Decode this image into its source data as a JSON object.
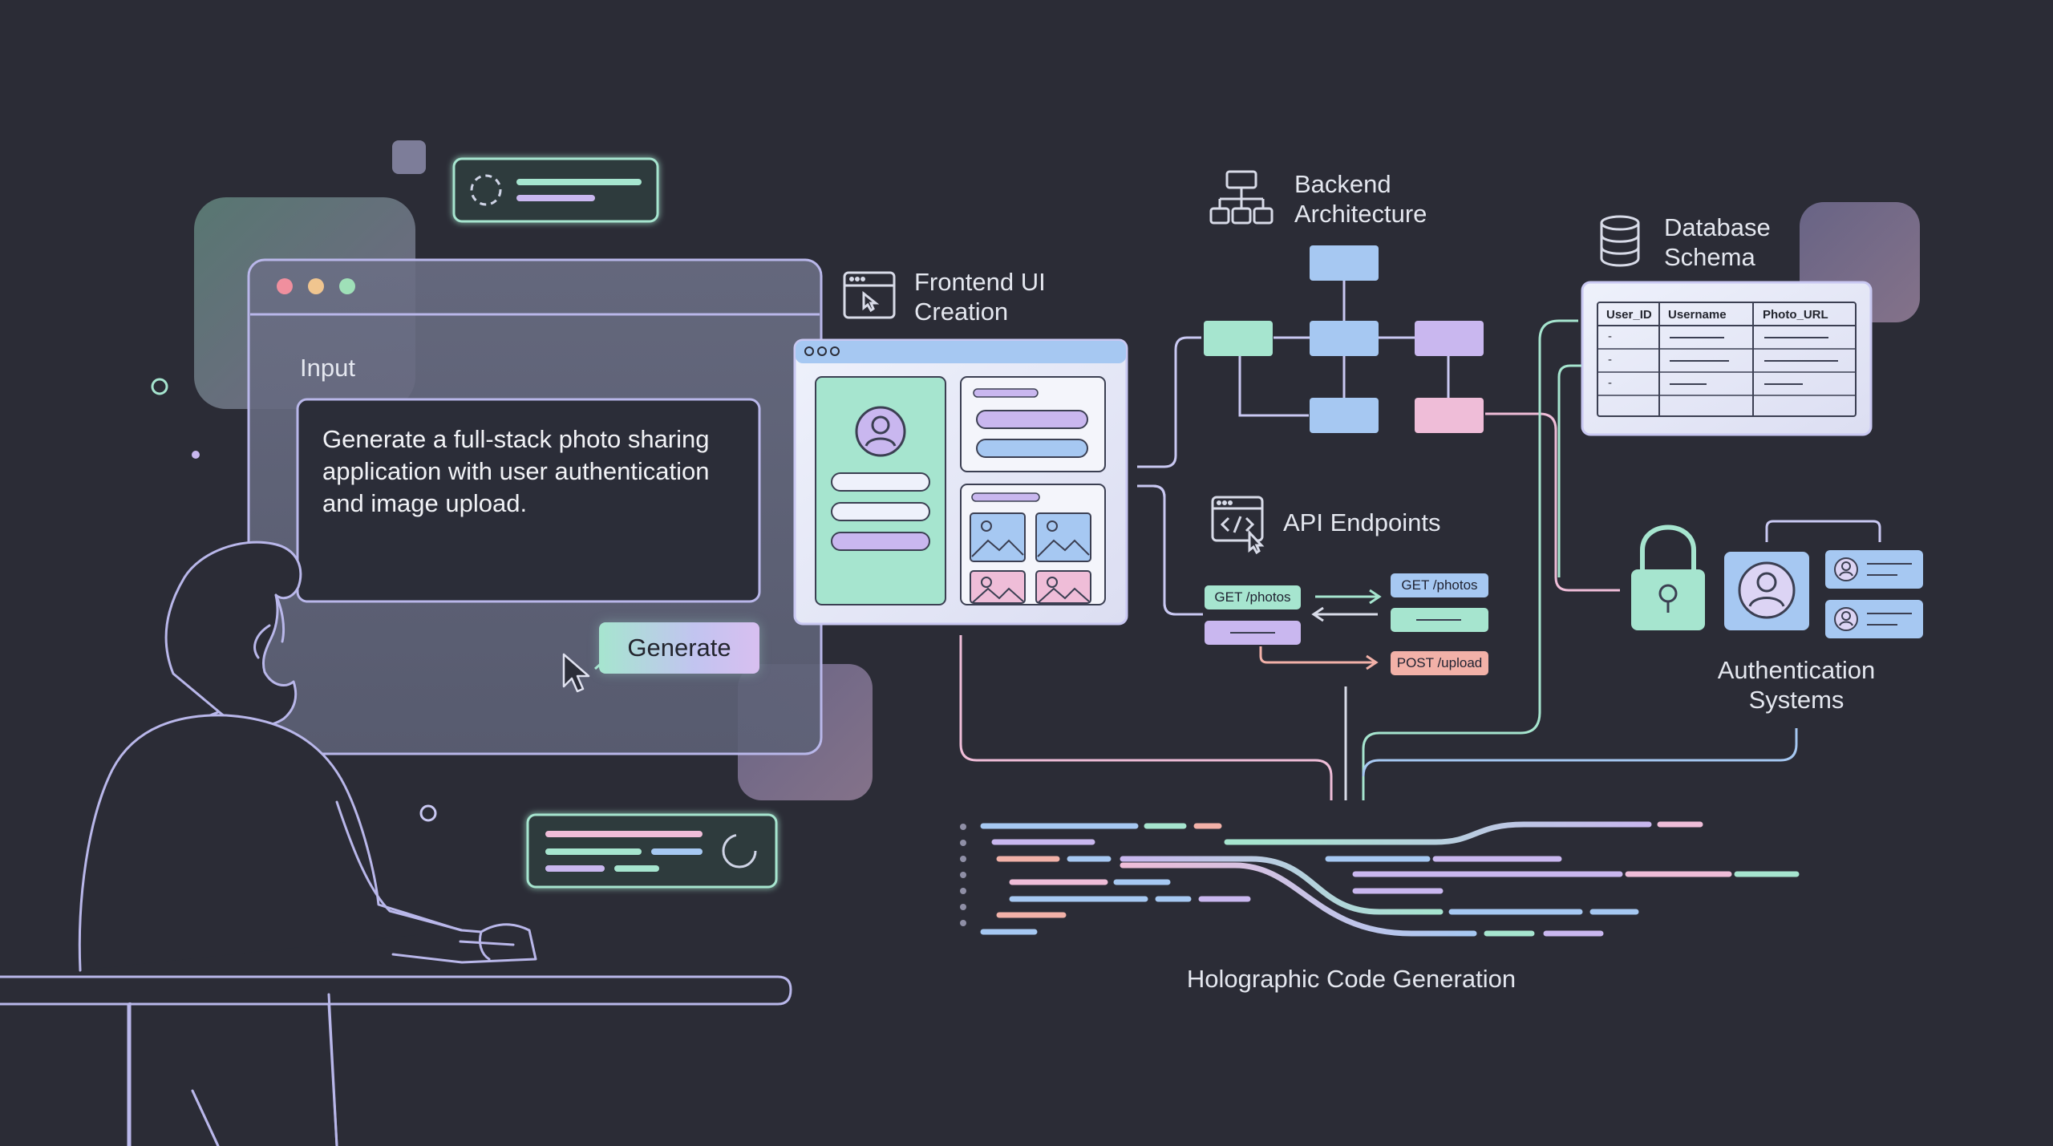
{
  "input_panel": {
    "label": "Input",
    "prompt_text": "Generate a full-stack photo sharing application with user authentication and image upload.",
    "generate_label": "Generate"
  },
  "labels": {
    "frontend": [
      "Frontend UI",
      "Creation"
    ],
    "backend": [
      "Backend",
      "Architecture"
    ],
    "database": [
      "Database",
      "Schema"
    ],
    "api": "API Endpoints",
    "auth": [
      "Authentication",
      "Systems"
    ],
    "codegen": "Holographic Code Generation"
  },
  "api": {
    "get_photos_left": "GET /photos",
    "get_photos_right": "GET /photos",
    "post_upload": "POST /upload"
  },
  "db_table": {
    "headers": [
      "User_ID",
      "Username",
      "Photo_URL"
    ],
    "rows": [
      [
        "-"
      ],
      [
        "-"
      ],
      [
        "-"
      ]
    ]
  },
  "colors": {
    "background": "#2b2c36",
    "mint": "#a6e5cf",
    "blue": "#a6c8f2",
    "lavender": "#c9b7ef",
    "pink": "#efbdd8",
    "salmon": "#f2b1a8",
    "line": "#c9c8f2"
  },
  "icons": [
    "browser-window-icon",
    "sitemap-icon",
    "database-icon",
    "code-window-icon",
    "padlock-icon",
    "user-avatar-icon",
    "cursor-arrow-icon",
    "loading-spinner-icon",
    "image-placeholder-icon"
  ]
}
